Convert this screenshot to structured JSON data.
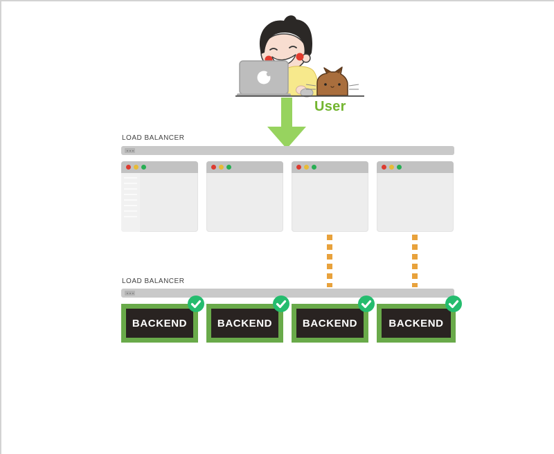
{
  "user": {
    "label": "User",
    "label_color": "#73b530"
  },
  "arrow": {
    "direction": "down",
    "color": "#97d35f"
  },
  "load_balancers": [
    {
      "label": "LOAD BALANCER"
    },
    {
      "label": "LOAD BALANCER"
    }
  ],
  "frontends": [
    {
      "name": "browser-window-1"
    },
    {
      "name": "browser-window-2"
    },
    {
      "name": "browser-window-3"
    },
    {
      "name": "browser-window-4"
    }
  ],
  "connections": {
    "style": "dashed",
    "color": "#e8a23c",
    "from": [
      "browser-window-3",
      "browser-window-4"
    ],
    "to": "load-balancer-2"
  },
  "backends": [
    {
      "label": "BACKEND",
      "healthy": true
    },
    {
      "label": "BACKEND",
      "healthy": true
    },
    {
      "label": "BACKEND",
      "healthy": true
    },
    {
      "label": "BACKEND",
      "healthy": true
    }
  ],
  "icons": {
    "traffic_lights": [
      "close-icon",
      "minimize-icon",
      "zoom-icon"
    ],
    "check": "check-icon",
    "arrow": "down-arrow-icon",
    "grip": "ellipsis-dots-icon"
  },
  "colors": {
    "backend_border": "#69aa4a",
    "backend_fill": "#292321",
    "badge_green": "#25bc6e",
    "bar_gray": "#c9c9c9",
    "browser_titlebar": "#c2c2c2",
    "browser_body": "#ededed",
    "dash_orange": "#e8a23c",
    "arrow_green": "#97d35f",
    "user_green": "#73b530"
  }
}
